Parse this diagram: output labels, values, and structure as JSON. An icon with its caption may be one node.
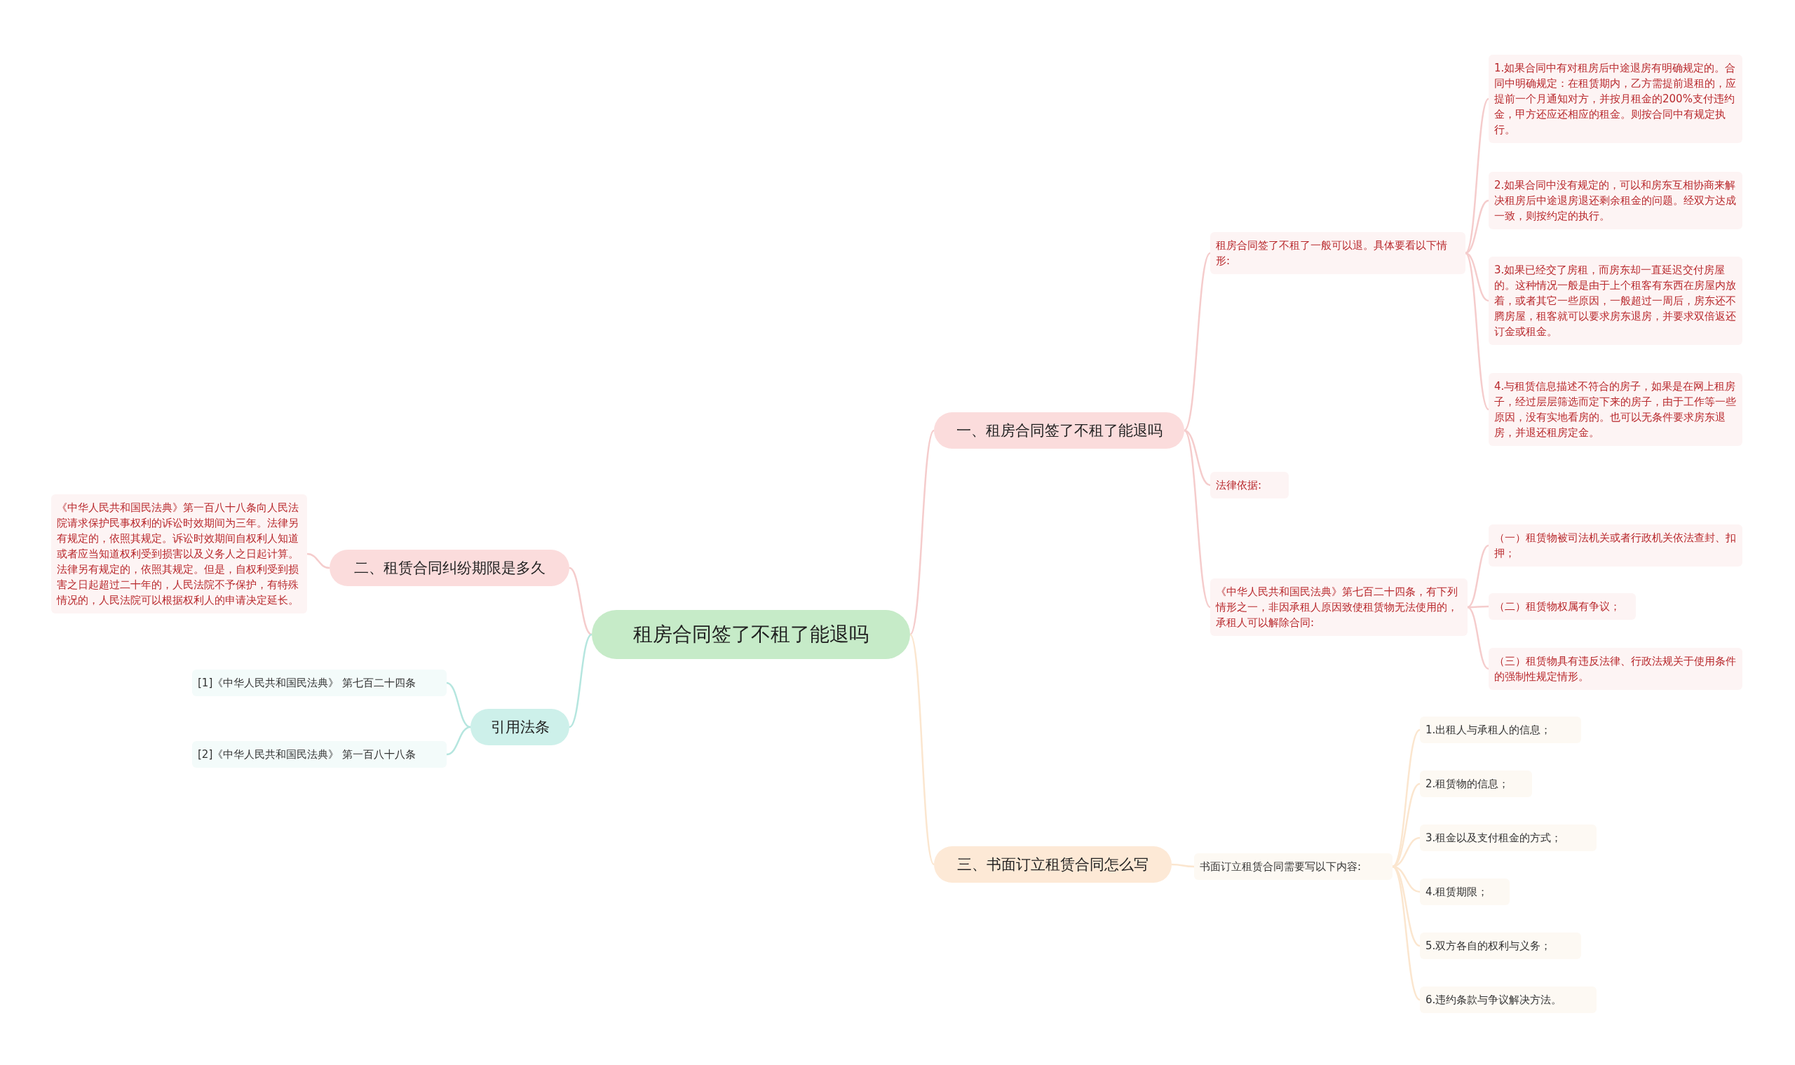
{
  "diagram": {
    "nodes": [
      {
        "text": [
          "租房合同签了不租了能退吗"
        ]
      },
      {
        "text": [
          "一、租房合同签了不租了能退吗"
        ]
      },
      {
        "text": [
          "租房合同签了不租了一般可以退。具体要看以下情形:"
        ]
      },
      {
        "text": [
          "1.如果合同中有对租房后中途退房有明确规定的。合同中明确规定：在租赁期内，乙方需提前退租的，应提前一个月通知对方，并按月租金的200%支付违约金，甲方还应还相应的租金。则按合同中有规定执行。"
        ]
      },
      {
        "text": [
          "2.如果合同中没有规定的，可以和房东互相协商来解决租房后中途退房退还剩余租金的问题。经双方达成一致，则按约定的执行。"
        ]
      },
      {
        "text": [
          "3.如果已经交了房租，而房东却一直延迟交付房屋的。这种情况一般是由于上个租客有东西在房屋内放着，或者其它一些原因，一般超过一周后，房东还不腾房屋，租客就可以要求房东退房，并要求双倍返还订金或租金。"
        ]
      },
      {
        "text": [
          "4.与租赁信息描述不符合的房子，如果是在网上租房子，经过层层筛选而定下来的房子，由于工作等一些原因，没有实地看房的。也可以无条件要求房东退房，并退还租房定金。"
        ]
      },
      {
        "text": [
          "法律依据:"
        ]
      },
      {
        "text": [
          "《中华人民共和国民法典》第七百二十四条，有下列情形之一，非因承租人原因致使租赁物无法使用的，承租人可以解除合同:"
        ]
      },
      {
        "text": [
          "（一）租赁物被司法机关或者行政机关依法查封、扣押；"
        ]
      },
      {
        "text": [
          "（二）租赁物权属有争议；"
        ]
      },
      {
        "text": [
          "（三）租赁物具有违反法律、行政法规关于使用条件的强制性规定情形。"
        ]
      },
      {
        "text": [
          "二、租赁合同纠纷期限是多久"
        ]
      },
      {
        "text": [
          "《中华人民共和国民法典》第一百八十八条向人民法院请求保护民事权利的诉讼时效期间为三年。法律另有规定的，依照其规定。诉讼时效期间自权利人知道或者应当知道权利受到损害以及义务人之日起计算。法律另有规定的，依照其规定。但是，自权利受到损害之日起超过二十年的，人民法院不予保护，有特殊情况的，人民法院可以根据权利人的申请决定延长。"
        ]
      },
      {
        "text": [
          "引用法条"
        ]
      },
      {
        "text": [
          "[1]《中华人民共和国民法典》 第七百二十四条"
        ]
      },
      {
        "text": [
          "[2]《中华人民共和国民法典》 第一百八十八条"
        ]
      },
      {
        "text": [
          "三、书面订立租赁合同怎么写"
        ]
      },
      {
        "text": [
          "书面订立租赁合同需要写以下内容:"
        ]
      },
      {
        "text": [
          "1.出租人与承租人的信息；"
        ]
      },
      {
        "text": [
          "2.租赁物的信息；"
        ]
      },
      {
        "text": [
          "3.租金以及支付租金的方式；"
        ]
      },
      {
        "text": [
          "4.租赁期限；"
        ]
      },
      {
        "text": [
          "5.双方各自的权利与义务；"
        ]
      },
      {
        "text": [
          "6.违约条款与争议解决方法。"
        ]
      }
    ],
    "edges": [
      {
        "from": 0,
        "to": 1,
        "arrow": "none"
      },
      {
        "from": 1,
        "to": 2,
        "arrow": "none"
      },
      {
        "from": 2,
        "to": 3,
        "arrow": "none"
      },
      {
        "from": 2,
        "to": 4,
        "arrow": "none"
      },
      {
        "from": 2,
        "to": 5,
        "arrow": "none"
      },
      {
        "from": 2,
        "to": 6,
        "arrow": "none"
      },
      {
        "from": 1,
        "to": 7,
        "arrow": "none"
      },
      {
        "from": 1,
        "to": 8,
        "arrow": "none"
      },
      {
        "from": 8,
        "to": 9,
        "arrow": "none"
      },
      {
        "from": 8,
        "to": 10,
        "arrow": "none"
      },
      {
        "from": 8,
        "to": 11,
        "arrow": "none"
      },
      {
        "from": 0,
        "to": 12,
        "arrow": "none"
      },
      {
        "from": 12,
        "to": 13,
        "arrow": "none"
      },
      {
        "from": 0,
        "to": 14,
        "arrow": "none",
        "color": "#b5e6df"
      },
      {
        "from": 14,
        "to": 15,
        "arrow": "none",
        "color": "#b5e6df"
      },
      {
        "from": 14,
        "to": 16,
        "arrow": "none",
        "color": "#b5e6df"
      },
      {
        "from": 0,
        "to": 17,
        "arrow": "none",
        "color": "#fbe6cf"
      },
      {
        "from": 17,
        "to": 18,
        "arrow": "none",
        "color": "#fbe6cf"
      },
      {
        "from": 18,
        "to": 19,
        "arrow": "none",
        "color": "#fbe6cf"
      },
      {
        "from": 18,
        "to": 20,
        "arrow": "none",
        "color": "#fbe6cf"
      },
      {
        "from": 18,
        "to": 21,
        "arrow": "none",
        "color": "#fbe6cf"
      },
      {
        "from": 18,
        "to": 22,
        "arrow": "none",
        "color": "#fbe6cf"
      },
      {
        "from": 18,
        "to": 23,
        "arrow": "none",
        "color": "#fbe6cf"
      },
      {
        "from": 18,
        "to": 24,
        "arrow": "none",
        "color": "#fbe6cf"
      }
    ]
  }
}
